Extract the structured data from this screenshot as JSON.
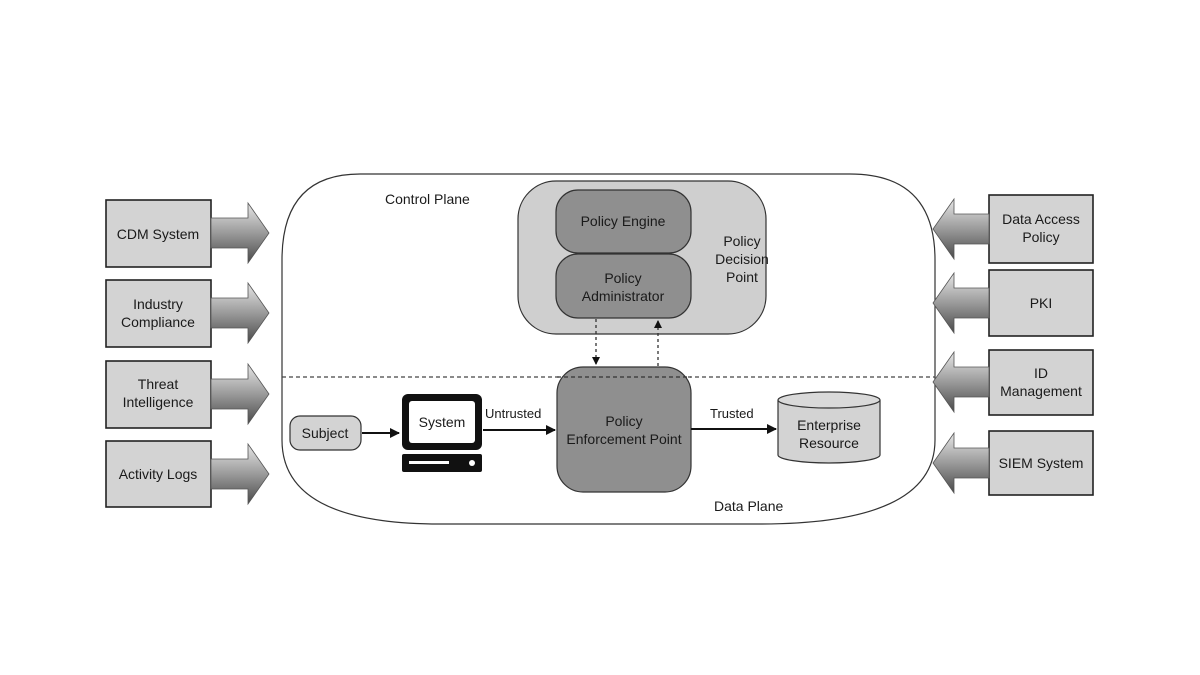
{
  "diagram": {
    "title": "Zero Trust Architecture - Core Logical Components",
    "planes": {
      "control": "Control Plane",
      "data": "Data Plane"
    },
    "left_inputs": [
      {
        "lines": [
          "CDM System"
        ]
      },
      {
        "lines": [
          "Industry",
          "Compliance"
        ]
      },
      {
        "lines": [
          "Threat",
          "Intelligence"
        ]
      },
      {
        "lines": [
          "Activity Logs"
        ]
      }
    ],
    "right_inputs": [
      {
        "lines": [
          "Data Access",
          "Policy"
        ]
      },
      {
        "lines": [
          "PKI"
        ]
      },
      {
        "lines": [
          "ID",
          "Management"
        ]
      },
      {
        "lines": [
          "SIEM System"
        ]
      }
    ],
    "pdp": {
      "label_lines": [
        "Policy",
        "Decision",
        "Point"
      ],
      "engine": "Policy Engine",
      "administrator_lines": [
        "Policy",
        "Administrator"
      ]
    },
    "pep": {
      "lines": [
        "Policy",
        "Enforcement Point"
      ]
    },
    "subject": "Subject",
    "system": "System",
    "resource": {
      "lines": [
        "Enterprise",
        "Resource"
      ]
    },
    "edges": {
      "untrusted": "Untrusted",
      "trusted": "Trusted"
    },
    "colors": {
      "box_light": "#d3d3d3",
      "box_dark": "#8f8f8f",
      "pdp_bg": "#cfcfcf",
      "stroke": "#222222"
    }
  }
}
